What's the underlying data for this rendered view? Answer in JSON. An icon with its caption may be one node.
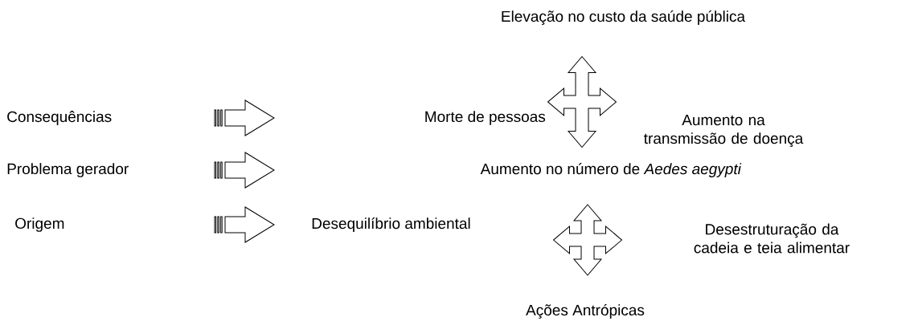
{
  "diagram": {
    "nodes": [
      {
        "text": [
          "Consequências"
        ]
      },
      {
        "text": [],
        "shape": "arrow"
      },
      {
        "text": [
          "Problema gerador"
        ]
      },
      {
        "text": [],
        "shape": "arrow"
      },
      {
        "text": [
          "Origem"
        ]
      },
      {
        "text": [],
        "shape": "arrow"
      },
      {
        "text": [
          "Elevação no custo da saúde pública"
        ]
      },
      {
        "text": [
          "Morte de pessoas"
        ]
      },
      {
        "text": [],
        "shape": "arrow"
      },
      {
        "text": [
          "Aumento na transmissão de doença"
        ]
      },
      {
        "text": [
          "Aumento no número de *Aedes aegypti*"
        ]
      },
      {
        "text": [
          "Desequilíbrio ambiental"
        ]
      },
      {
        "text": [],
        "shape": "arrow"
      },
      {
        "text": [
          "Desestruturação da cadeia e teia alimentar"
        ]
      },
      {
        "text": [
          "Ações Antrópicas"
        ]
      }
    ]
  }
}
